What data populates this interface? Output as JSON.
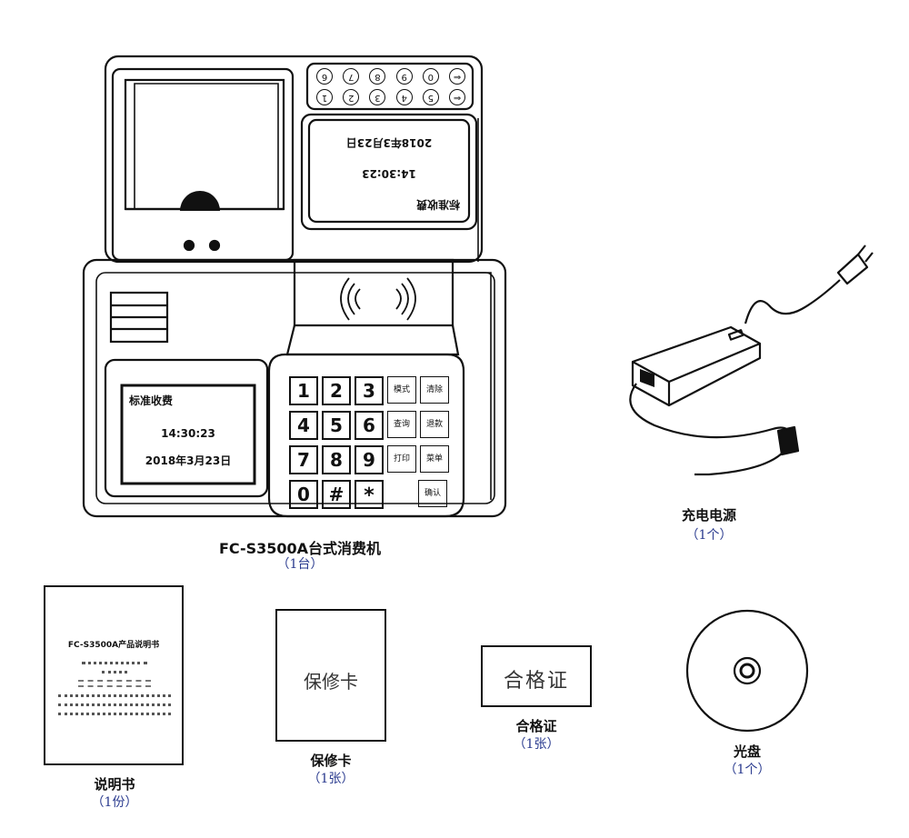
{
  "terminal": {
    "caption": "FC-S3500A台式消费机",
    "qty": "（1台）",
    "front_screen": {
      "mode": "标准收费",
      "time": "14:30:23",
      "date": "2018年3月23日"
    },
    "rear_screen": {
      "mode": "标准收费",
      "time": "14:30:23",
      "date": "2018年3月23日"
    },
    "rear_keys_row1": [
      "⇐",
      "0",
      "9",
      "8",
      "7",
      "6"
    ],
    "rear_keys_row2": [
      "⇐",
      "5",
      "4",
      "3",
      "2",
      "1"
    ],
    "keypad": {
      "row1": [
        "1",
        "2",
        "3",
        "模式",
        "清除"
      ],
      "row2": [
        "4",
        "5",
        "6",
        "查询",
        "退款"
      ],
      "row3": [
        "7",
        "8",
        "9",
        "打印",
        "菜单"
      ],
      "row4": [
        "0",
        "#",
        "*",
        "确认"
      ]
    }
  },
  "power": {
    "caption": "充电电源",
    "qty": "（1个）"
  },
  "manual": {
    "title": "FC-S3500A产品说明书",
    "caption": "说明书",
    "qty": "（1份）"
  },
  "warranty": {
    "card_text": "保修卡",
    "caption": "保修卡",
    "qty": "（1张）"
  },
  "certificate": {
    "card_text": "合格证",
    "caption": "合格证",
    "qty": "（1张）"
  },
  "disc": {
    "caption": "光盘",
    "qty": "（1个）"
  }
}
